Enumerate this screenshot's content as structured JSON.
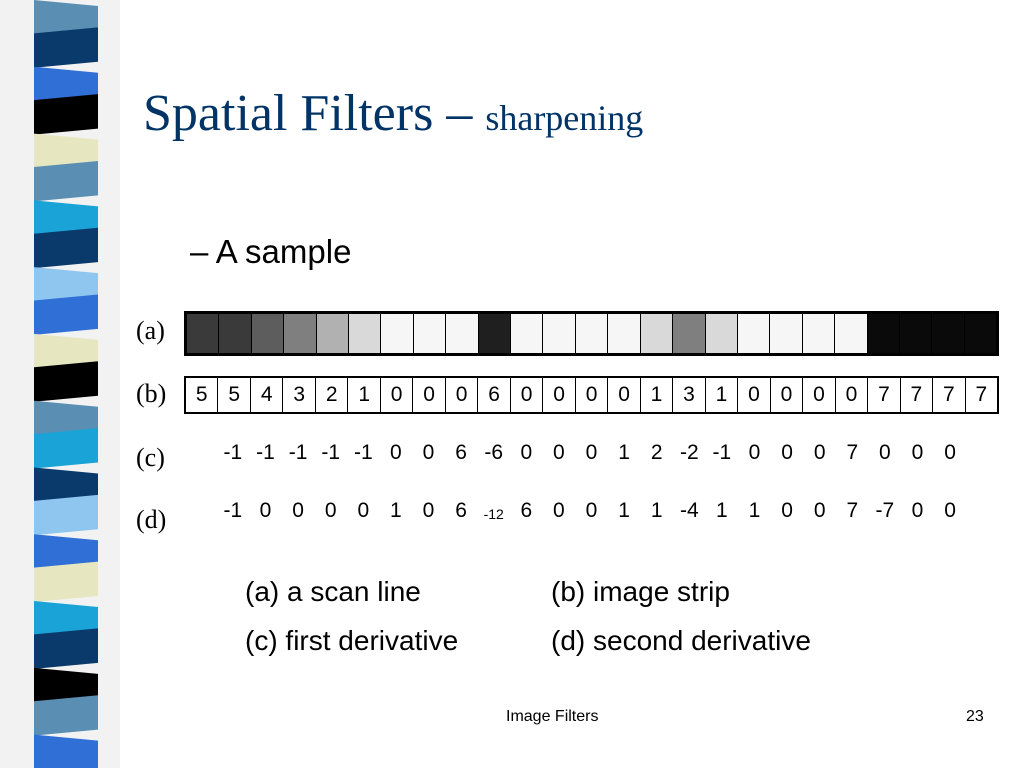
{
  "slide": {
    "title_main": "Spatial Filters – ",
    "title_sub": "sharpening",
    "bullet": "– A sample",
    "labels": {
      "a": "(a)",
      "b": "(b)",
      "c": "(c)",
      "d": "(d)"
    },
    "scan_line_gray": [
      "#3a3a3a",
      "#3a3a3a",
      "#5d5d5d",
      "#7f7f7f",
      "#b1b1b1",
      "#d9d9d9",
      "#f6f6f6",
      "#f6f6f6",
      "#f6f6f6",
      "#1f1f1f",
      "#f6f6f6",
      "#f6f6f6",
      "#f6f6f6",
      "#f6f6f6",
      "#d9d9d9",
      "#7f7f7f",
      "#d9d9d9",
      "#f6f6f6",
      "#f6f6f6",
      "#f6f6f6",
      "#f6f6f6",
      "#0a0a0a",
      "#0a0a0a",
      "#0a0a0a",
      "#0a0a0a"
    ],
    "image_strip": [
      "5",
      "5",
      "4",
      "3",
      "2",
      "1",
      "0",
      "0",
      "0",
      "6",
      "0",
      "0",
      "0",
      "0",
      "1",
      "3",
      "1",
      "0",
      "0",
      "0",
      "0",
      "7",
      "7",
      "7",
      "7"
    ],
    "first_derivative": [
      "-1",
      "-1",
      "-1",
      "-1",
      "-1",
      "0",
      "0",
      "6",
      "-6",
      "0",
      "0",
      "0",
      "1",
      "2",
      "-2",
      "-1",
      "0",
      "0",
      "0",
      "7",
      "0",
      "0",
      "0"
    ],
    "second_derivative": [
      "-1",
      "0",
      "0",
      "0",
      "0",
      "1",
      "0",
      "6",
      "-12",
      "6",
      "0",
      "0",
      "1",
      "1",
      "-4",
      "1",
      "1",
      "0",
      "0",
      "7",
      "-7",
      "0",
      "0"
    ],
    "captions": {
      "a": "(a) a scan line",
      "b": "(b) image strip",
      "c": "(c) first derivative",
      "d": "(d) second derivative"
    },
    "footer_center": "Image Filters",
    "page_number": "23",
    "stripe_colors": [
      "#5a8fb3",
      "#0a3a6b",
      "#2f6fd6",
      "#000000",
      "#e6e6c0",
      "#5a8fb3",
      "#1aa3d6",
      "#0a3a6b",
      "#8fc6f0",
      "#2f6fd6",
      "#e6e6c0",
      "#000000",
      "#5a8fb3",
      "#1aa3d6",
      "#0a3a6b",
      "#8fc6f0",
      "#2f6fd6",
      "#e6e6c0",
      "#1aa3d6",
      "#0a3a6b",
      "#000000",
      "#5a8fb3",
      "#2f6fd6"
    ]
  }
}
